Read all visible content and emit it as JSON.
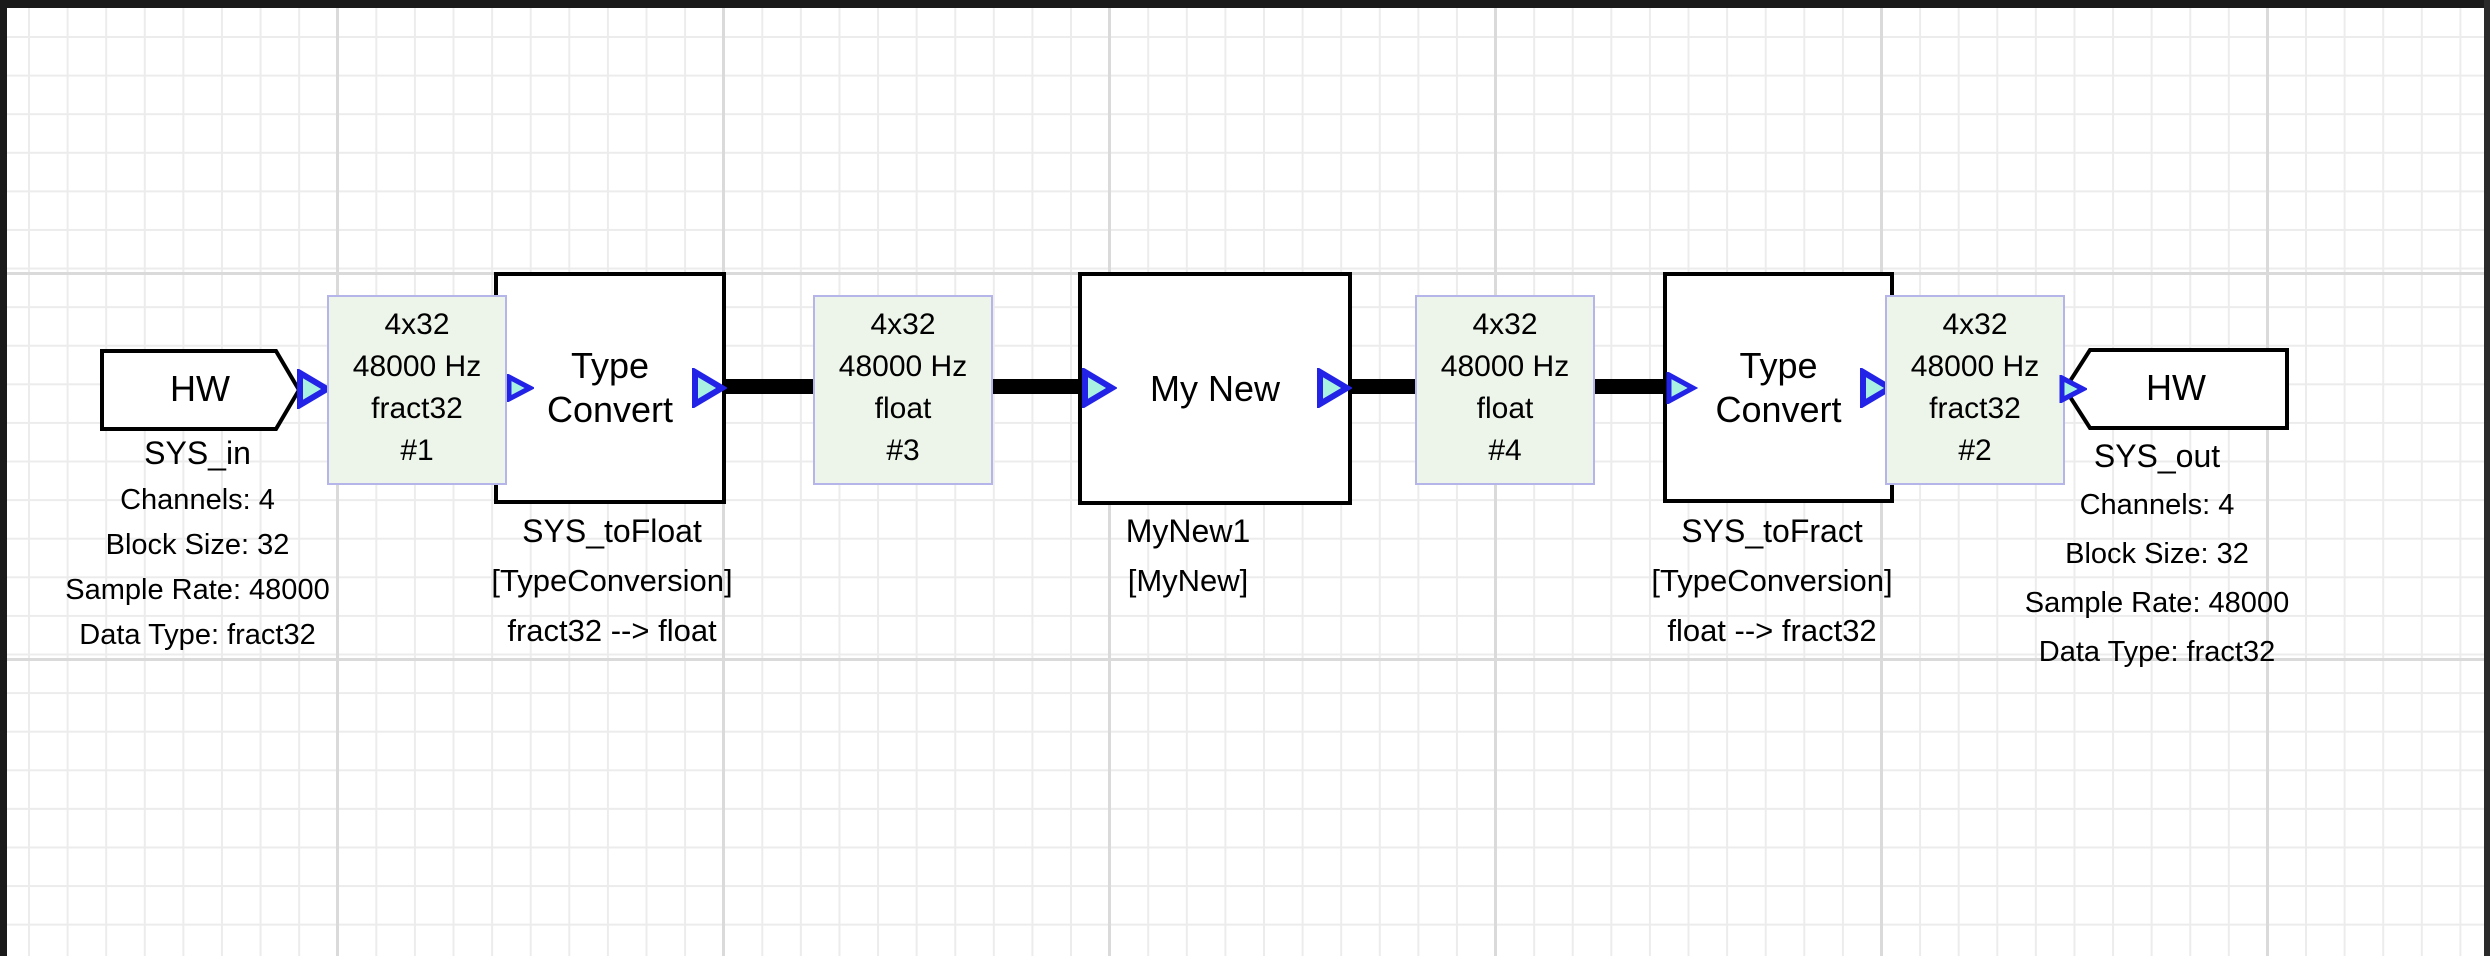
{
  "canvas": {
    "background": "#ffffff",
    "grid_minor_color": "#ececec",
    "grid_major_color": "#dadada",
    "frame_color": "#1a1a1a"
  },
  "palette": {
    "wire_color": "#000000",
    "block_fill": "#ffffff",
    "block_border": "#000000",
    "wirebox_fill": "#edf5ea",
    "wirebox_border": "#b5b5ea",
    "port_fill": "#a9f2e2",
    "port_stroke": "#2323e8"
  },
  "nodes": {
    "hw_in": {
      "block_label": "HW",
      "name": "SYS_in",
      "properties": [
        "Channels: 4",
        "Block Size: 32",
        "Sample Rate: 48000",
        "Data Type: fract32"
      ]
    },
    "to_float": {
      "block_label_line1": "Type",
      "block_label_line2": "Convert",
      "name": "SYS_toFloat",
      "module_class": "[TypeConversion]",
      "conversion": "fract32 --> float"
    },
    "my_new": {
      "block_label": "My New",
      "name": "MyNew1",
      "module_class": "[MyNew]"
    },
    "to_fract": {
      "block_label_line1": "Type",
      "block_label_line2": "Convert",
      "name": "SYS_toFract",
      "module_class": "[TypeConversion]",
      "conversion": "float --> fract32"
    },
    "hw_out": {
      "block_label": "HW",
      "name": "SYS_out",
      "properties": [
        "Channels: 4",
        "Block Size: 32",
        "Sample Rate: 48000",
        "Data Type: fract32"
      ]
    }
  },
  "wire_labels": {
    "w1": {
      "dims": "4x32",
      "rate": "48000 Hz",
      "dtype": "fract32",
      "id": "#1"
    },
    "w3": {
      "dims": "4x32",
      "rate": "48000 Hz",
      "dtype": "float",
      "id": "#3"
    },
    "w4": {
      "dims": "4x32",
      "rate": "48000 Hz",
      "dtype": "float",
      "id": "#4"
    },
    "w2": {
      "dims": "4x32",
      "rate": "48000 Hz",
      "dtype": "fract32",
      "id": "#2"
    }
  }
}
